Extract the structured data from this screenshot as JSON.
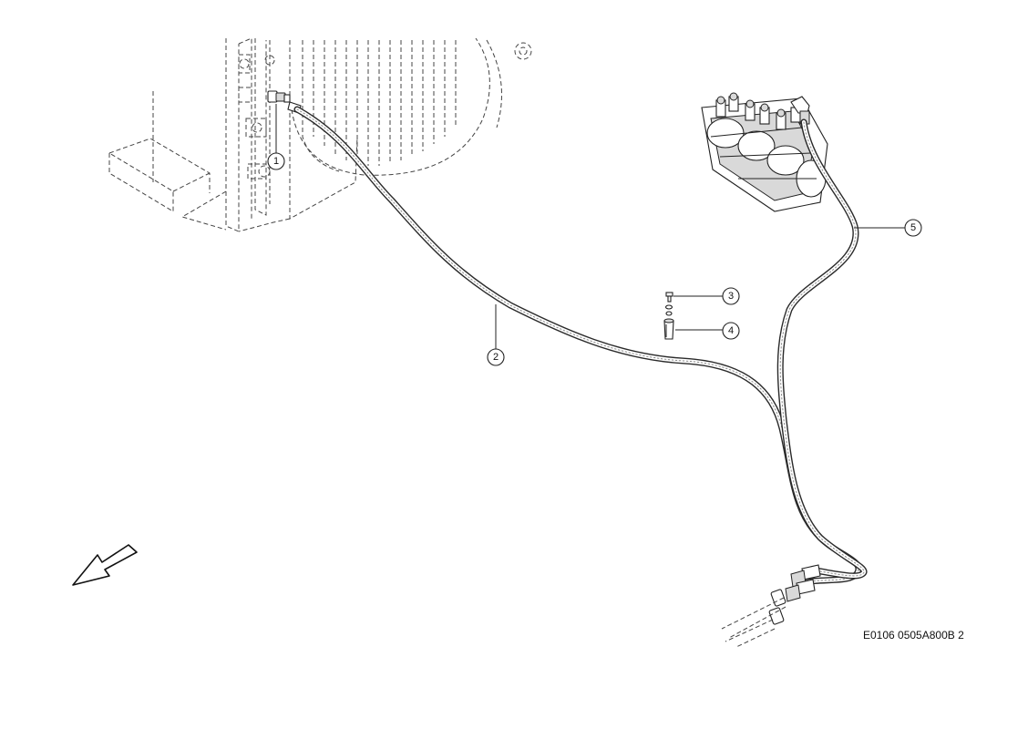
{
  "drawing": {
    "reference_code": "E0106 0505A800B 2"
  },
  "callouts": [
    {
      "label": "1"
    },
    {
      "label": "2"
    },
    {
      "label": "3"
    },
    {
      "label": "4"
    },
    {
      "label": "5"
    }
  ],
  "icons": {
    "direction_arrow": "direction-arrow-icon"
  }
}
